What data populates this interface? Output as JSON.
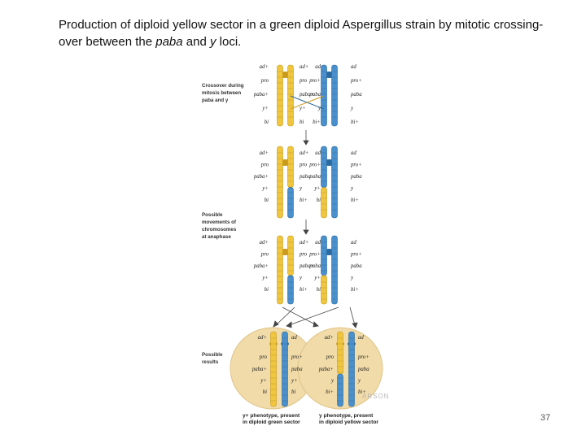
{
  "title": {
    "part1": "Production of diploid yellow sector in a green diploid Aspergillus strain by mitotic crossing-over between the ",
    "paba": "paba",
    "part2": " and ",
    "y": "y",
    "part3": " loci."
  },
  "page_number": "37",
  "watermark": "ARSON",
  "side_labels": {
    "crossover": [
      "Crossover during",
      "mitosis between",
      "paba and y"
    ],
    "movements": [
      "Possible",
      "movements of",
      "chromosomes",
      "at anaphase"
    ],
    "results": [
      "Possible",
      "results"
    ]
  },
  "colors": {
    "yellow": "#f0c63f",
    "yellow_dark": "#c99b1c",
    "blue": "#4a90cc",
    "blue_dark": "#2a6aa0",
    "cell": "#f1dba8"
  },
  "stage1": {
    "top": [
      "ad+",
      "ad+",
      "ad",
      "ad"
    ],
    "rows": [
      [
        "pro",
        "pro",
        "pro+",
        "pro+"
      ],
      [
        "paba+",
        "paba+",
        "paba",
        "paba"
      ],
      [
        "y+",
        "y+",
        "y",
        "y"
      ],
      [
        "bi",
        "bi",
        "bi+",
        "bi+"
      ]
    ]
  },
  "stage2": {
    "top": [
      "ad+",
      "ad+",
      "ad",
      "ad"
    ],
    "rows": [
      [
        "pro",
        "pro",
        "pro+",
        "pro+"
      ],
      [
        "paba+",
        "paba",
        "paba",
        "paba"
      ],
      [
        "y+",
        "y",
        "y+",
        "y"
      ],
      [
        "bi",
        "bi+",
        "bi",
        "bi+"
      ]
    ]
  },
  "stage3": {
    "top": [
      "ad+",
      "ad+",
      "ad",
      "ad"
    ],
    "rows": [
      [
        "pro",
        "pro",
        "pro+",
        "pro+"
      ],
      [
        "paba+",
        "paba+",
        "paba",
        "paba"
      ],
      [
        "y+",
        "y",
        "y+",
        "y"
      ],
      [
        "bi",
        "bi+",
        "bi",
        "bi+"
      ]
    ]
  },
  "results": {
    "left": {
      "top": [
        "ad+",
        "ad"
      ],
      "rows": [
        [
          "pro",
          "pro+"
        ],
        [
          "paba+",
          "paba"
        ],
        [
          "y+",
          "y+"
        ],
        [
          "bi",
          "bi"
        ]
      ],
      "caption": [
        "y+ phenotype, present",
        "in diploid green sector"
      ]
    },
    "right": {
      "top": [
        "ad+",
        "ad"
      ],
      "rows": [
        [
          "pro",
          "pro+"
        ],
        [
          "paba+",
          "paba"
        ],
        [
          "y",
          "y"
        ],
        [
          "bi+",
          "bi+"
        ]
      ],
      "caption": [
        "y phenotype, present",
        "in diploid yellow sector"
      ]
    }
  }
}
